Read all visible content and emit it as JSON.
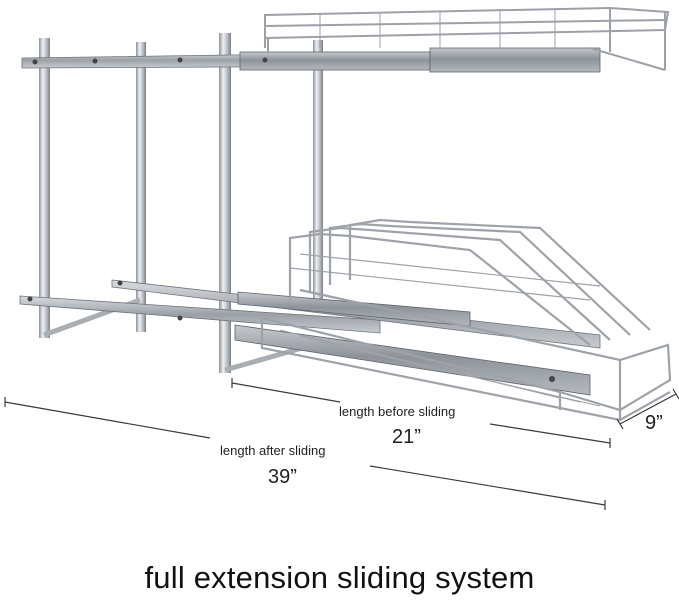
{
  "dimensions": {
    "length_before_label": "length before sliding",
    "length_before_value": "21”",
    "length_after_label": "length after sliding",
    "length_after_value": "39”",
    "depth_value": "9”"
  },
  "caption": "full extension sliding system",
  "colors": {
    "chrome_light": "#e9ecef",
    "chrome_mid": "#b9bec4",
    "chrome_dark": "#6f757b",
    "dimension_line": "#3a3a3a"
  }
}
